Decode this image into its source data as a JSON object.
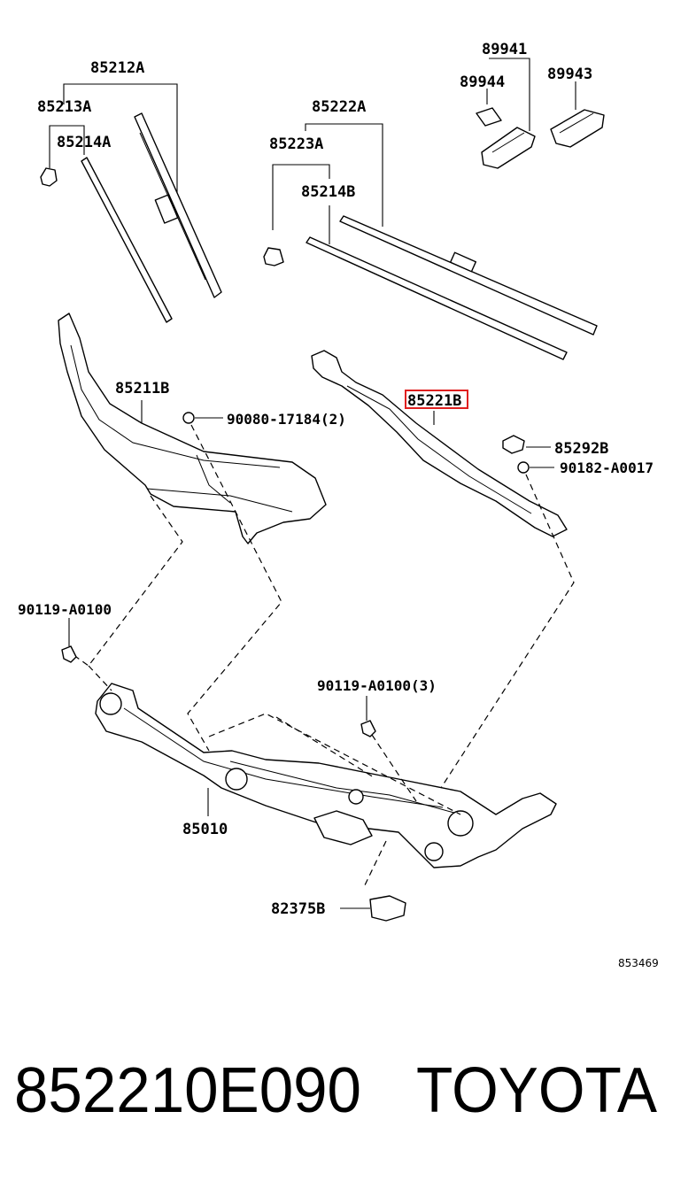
{
  "diagram": {
    "callouts": [
      {
        "id": "85212A"
      },
      {
        "id": "85213A"
      },
      {
        "id": "85214A"
      },
      {
        "id": "85222A"
      },
      {
        "id": "85223A"
      },
      {
        "id": "85214B"
      },
      {
        "id": "89941"
      },
      {
        "id": "89944"
      },
      {
        "id": "89943"
      },
      {
        "id": "85211B"
      },
      {
        "id": "90080-17184(2)"
      },
      {
        "id": "85221B",
        "highlighted": true,
        "highlight_color": "#e02020"
      },
      {
        "id": "85292B"
      },
      {
        "id": "90182-A0017"
      },
      {
        "id": "90119-A0100"
      },
      {
        "id": "90119-A0100(3)"
      },
      {
        "id": "85010"
      },
      {
        "id": "82375B"
      }
    ],
    "diagram_id": "853469"
  },
  "footer": {
    "part_number": "852210E090",
    "brand": "TOYOTA"
  }
}
